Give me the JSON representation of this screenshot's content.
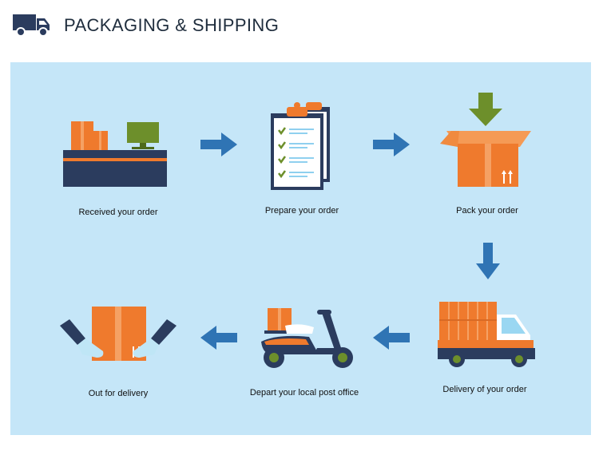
{
  "header": {
    "title": "PACKAGING & SHIPPING",
    "logo_icon": "delivery-truck-icon"
  },
  "colors": {
    "panel": "#c5e6f8",
    "orange": "#ef7a2d",
    "navy": "#2b3c5e",
    "arrow": "#2f74b4",
    "green": "#6d8f2b"
  },
  "steps": [
    {
      "label": "Received your order",
      "icon": "order-desk-icon"
    },
    {
      "label": "Prepare your order",
      "icon": "clipboard-checklist-icon"
    },
    {
      "label": "Pack your order",
      "icon": "open-box-icon"
    },
    {
      "label": "Delivery of your order",
      "icon": "delivery-van-icon"
    },
    {
      "label": "Depart your local post office",
      "icon": "scooter-icon"
    },
    {
      "label": "Out for delivery",
      "icon": "hands-box-icon"
    }
  ]
}
